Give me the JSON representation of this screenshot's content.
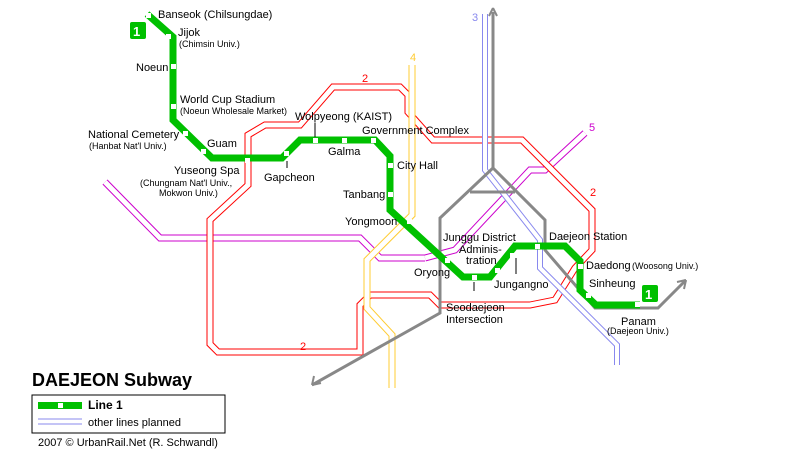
{
  "title": "DAEJEON Subway",
  "legend": {
    "line1": "Line 1",
    "planned": "other lines planned"
  },
  "copyright": "2007 © UrbanRail.Net (R. Schwandl)",
  "line_badge": "1",
  "colors": {
    "line1": "#00c000",
    "line2": "#ff0000",
    "line3": "#8888ee",
    "line4": "#ffcc33",
    "line5": "#cc00cc",
    "rail": "#888888"
  },
  "line_numbers": {
    "l2": "2",
    "l3": "3",
    "l4": "4",
    "l5": "5"
  },
  "stations": {
    "banseok": {
      "name": "Banseok (Chilsungdae)"
    },
    "jijok": {
      "name": "Jijok",
      "sub": "(Chimsin Univ.)"
    },
    "noeun": {
      "name": "Noeun"
    },
    "wcs": {
      "name": "World Cup Stadium",
      "sub": "(Noeun Wholesale Market)"
    },
    "natcem": {
      "name": "National Cemetery",
      "sub": "(Hanbat Nat'l Univ.)"
    },
    "guam": {
      "name": "Guam"
    },
    "yuseong": {
      "name": "Yuseong Spa",
      "sub1": "(Chungnam Nat'l Univ.,",
      "sub2": "Mokwon Univ.)"
    },
    "gapcheon": {
      "name": "Gapcheon"
    },
    "wolpyeong": {
      "name": "Wolpyeong (KAIST)"
    },
    "galma": {
      "name": "Galma"
    },
    "govcomplex": {
      "name": "Government Complex"
    },
    "cityhall": {
      "name": "City Hall"
    },
    "tanbang": {
      "name": "Tanbang"
    },
    "yongmoon": {
      "name": "Yongmoon"
    },
    "oryong": {
      "name": "Oryong"
    },
    "seodaejeon": {
      "name1": "Seodaejeon",
      "name2": "Intersection"
    },
    "junggu": {
      "name1": "Junggu District",
      "name2": "Adminis-",
      "name3": "tration"
    },
    "jungangno": {
      "name": "Jungangno"
    },
    "daejeonstn": {
      "name": "Daejeon Station"
    },
    "daedong": {
      "name": "Daedong",
      "sub": "(Woosong Univ.)"
    },
    "sinheung": {
      "name": "Sinheung"
    },
    "panam": {
      "name": "Panam",
      "sub": "(Daejeon Univ.)"
    }
  }
}
